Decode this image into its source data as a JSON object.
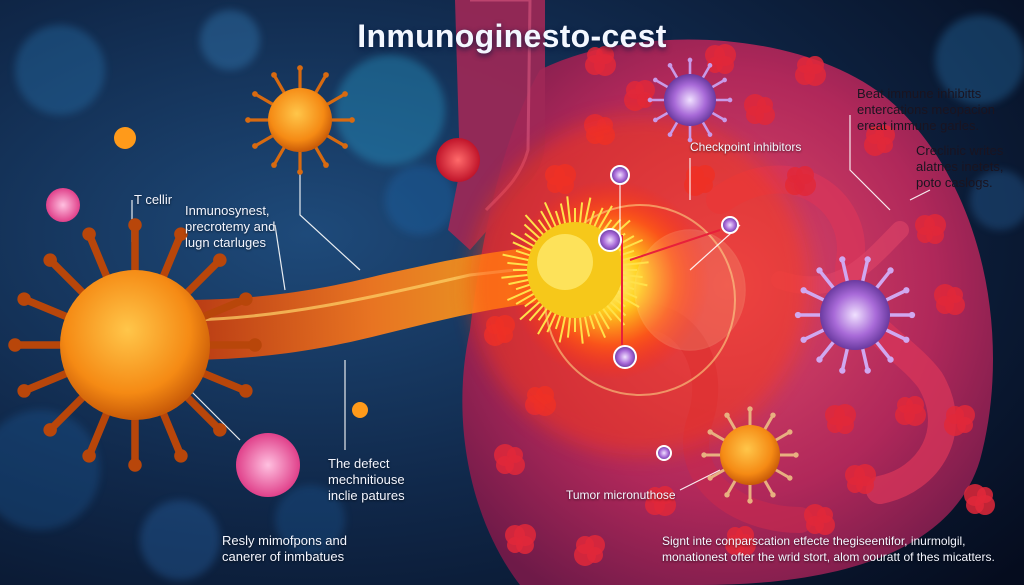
{
  "title": "Inmunoginesto-cest",
  "labels": {
    "tcell": "T cellir",
    "immuno_line1": "Inmunosynest,",
    "immuno_line2": "precrotemy and",
    "immuno_line3": "lugn ctarluges",
    "checkpoint": "Checkpoint inhibitors",
    "beat_line1": "Beat immune inhibitts",
    "beat_line2": "entercations meopacion",
    "beat_line3": "ereat immune garles.",
    "creclinic_line1": "Creclinic writes",
    "creclinic_line2": "alatnes inetets,",
    "creclinic_line3": "poto caslogs.",
    "defect_line1": "The defect",
    "defect_line2": "mechnitiouse",
    "defect_line3": "inclie patures",
    "tumor": "Tumor micronuthose",
    "resly_line1": "Resly mimofpons and",
    "resly_line2": "canerer of inmbatues",
    "sign_line1": "Signt inte conparscation etfecte thegiseentifor, inurmolgil,",
    "sign_line2": "monationest ofter the wrid stort, alom oouratt of thes micatters."
  },
  "colors": {
    "background": "#0b1830",
    "organ": "#b0285a",
    "tumor_glow": "#ffd21f",
    "tcell": "#f59a1e",
    "virus_purple": "#a86ad8",
    "virus_red": "#e0283a"
  }
}
